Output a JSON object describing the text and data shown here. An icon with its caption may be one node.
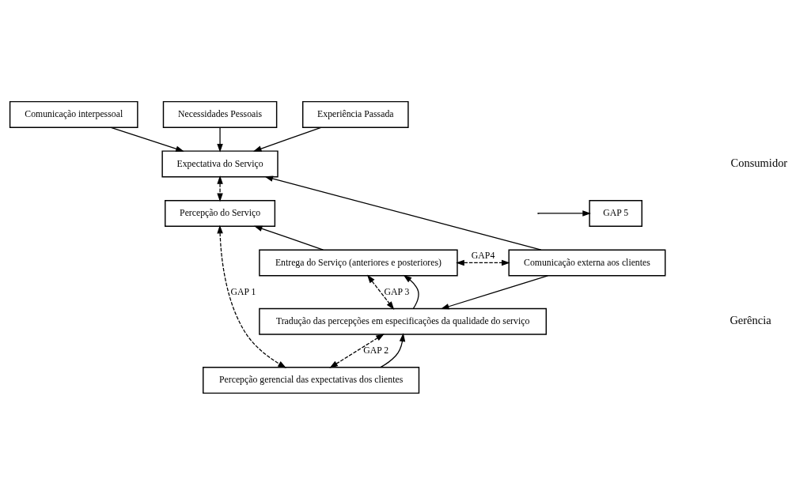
{
  "diagram": {
    "nodes": [
      {
        "text": [
          "Comunicação interpessoal"
        ]
      },
      {
        "text": [
          "Necessidades Pessoais"
        ]
      },
      {
        "text": [
          "Experiência Passada"
        ]
      },
      {
        "text": [
          "Expectativa do Serviço"
        ]
      },
      {
        "text": [
          "GAP 5"
        ]
      },
      {
        "text": [
          "Percepção do Serviço"
        ]
      },
      {
        "text": [
          "Entrega do Serviço (anteriores e posteriores)"
        ]
      },
      {
        "text": [
          "Comunicação externa aos clientes"
        ]
      },
      {
        "text": [
          "Tradução das percepções em especificações da qualidade do serviço"
        ]
      },
      {
        "text": [
          "Percepção gerencial das expectativas dos clientes"
        ]
      }
    ],
    "edges": [
      {
        "from": 0,
        "to": 3,
        "arrow": "to"
      },
      {
        "from": 1,
        "to": 3,
        "arrow": "to"
      },
      {
        "from": 2,
        "to": 3,
        "arrow": "to"
      },
      {
        "from": 7,
        "to": 3,
        "arrow": "to"
      },
      {
        "from": 3,
        "to": 5,
        "arrow": "both",
        "style": "dashed"
      },
      {
        "from": null,
        "to": 4,
        "arrow": "to"
      },
      {
        "from": 5,
        "to": 9,
        "arrow": "both",
        "style": "dashed",
        "label": "GAP 1"
      },
      {
        "from": 6,
        "to": 5,
        "arrow": "to"
      },
      {
        "from": 6,
        "to": 7,
        "arrow": "both",
        "style": "dashed",
        "label": "GAP4"
      },
      {
        "from": 7,
        "to": 8,
        "arrow": "to"
      },
      {
        "from": 6,
        "to": 8,
        "arrow": "both",
        "style": "dashed",
        "label": "GAP 3"
      },
      {
        "from": 8,
        "to": 6,
        "arrow": "to"
      },
      {
        "from": 8,
        "to": 9,
        "arrow": "both",
        "style": "dashed",
        "label": "GAP 2"
      },
      {
        "from": 9,
        "to": 8,
        "arrow": "to"
      }
    ],
    "labels": [
      "Consumidor",
      "Gerência"
    ]
  }
}
